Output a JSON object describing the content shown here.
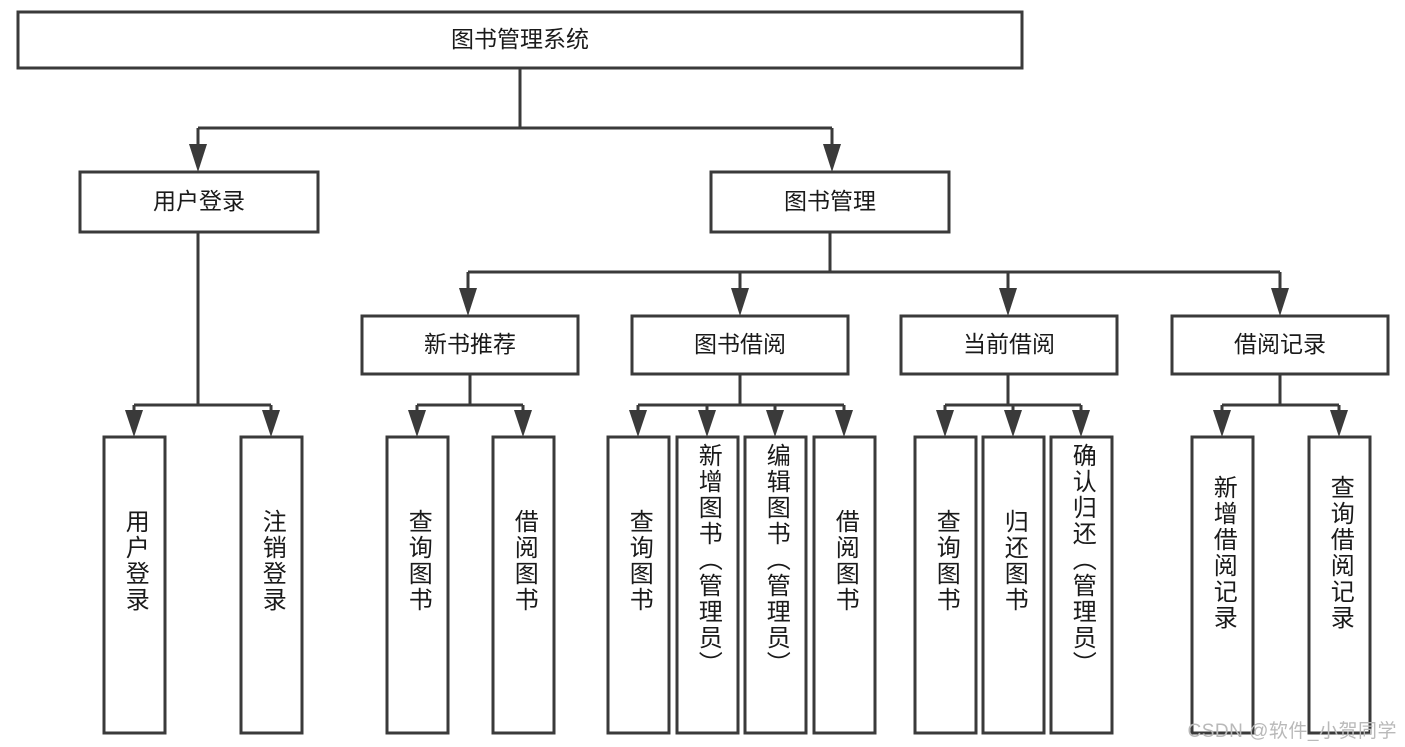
{
  "diagram": {
    "type": "hierarchy-tree",
    "title_node": "图书管理系统",
    "watermark": "CSDN @软件_小贺同学",
    "colors": {
      "stroke": "#3a3a3a",
      "fill": "#ffffff",
      "text": "#1a1a1a",
      "watermark": "#b9b9b9"
    },
    "nodes": {
      "root": {
        "label": "图书管理系统"
      },
      "level2": [
        {
          "label": "用户登录"
        },
        {
          "label": "图书管理"
        }
      ],
      "level3": [
        {
          "label": "新书推荐"
        },
        {
          "label": "图书借阅"
        },
        {
          "label": "当前借阅"
        },
        {
          "label": "借阅记录"
        }
      ],
      "leaves": [
        {
          "label": "用户登录",
          "parent": "用户登录"
        },
        {
          "label": "注销登录",
          "parent": "用户登录"
        },
        {
          "label": "查询图书",
          "parent": "新书推荐"
        },
        {
          "label": "借阅图书",
          "parent": "新书推荐"
        },
        {
          "label": "查询图书",
          "parent": "图书借阅"
        },
        {
          "label": "新增图书（管理员）",
          "parent": "图书借阅"
        },
        {
          "label": "编辑图书（管理员）",
          "parent": "图书借阅"
        },
        {
          "label": "借阅图书",
          "parent": "图书借阅"
        },
        {
          "label": "查询图书",
          "parent": "当前借阅"
        },
        {
          "label": "归还图书",
          "parent": "当前借阅"
        },
        {
          "label": "确认归还（管理员）",
          "parent": "当前借阅"
        },
        {
          "label": "新增借阅记录",
          "parent": "借阅记录"
        },
        {
          "label": "查询借阅记录",
          "parent": "借阅记录"
        }
      ]
    }
  }
}
